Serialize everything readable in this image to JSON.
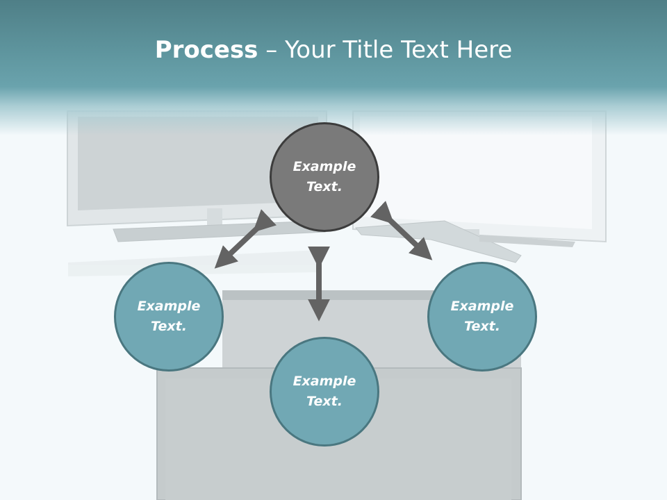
{
  "slide": {
    "title_bold": "Process",
    "title_rest": " – Your Title Text Here"
  },
  "diagram": {
    "center": {
      "text": "Example\nText."
    },
    "left": {
      "text": "Example\nText."
    },
    "bottom": {
      "text": "Example\nText."
    },
    "right": {
      "text": "Example\nText."
    }
  },
  "colors": {
    "header": "#5f969f",
    "center_fill": "#7a7a7a",
    "center_border": "#3c3c3c",
    "node_fill": "#71a8b4",
    "node_border": "#4a7780",
    "arrow": "#636363"
  }
}
